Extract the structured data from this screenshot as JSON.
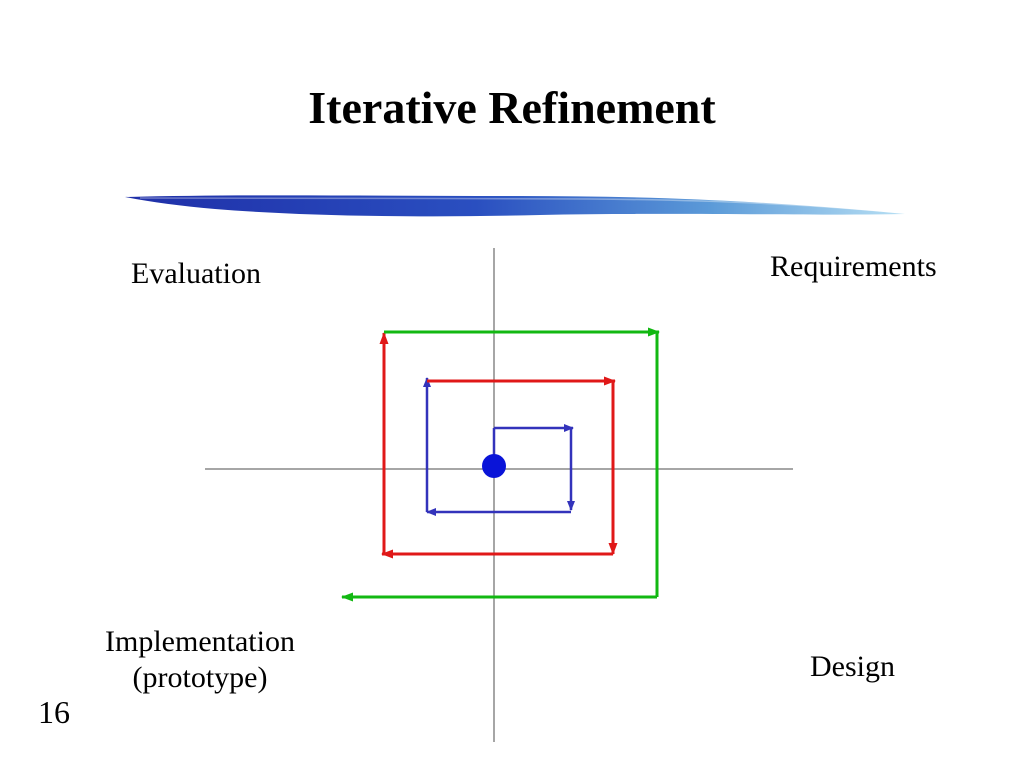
{
  "slide": {
    "title": "Iterative Refinement",
    "number": "16"
  },
  "quadrants": {
    "top_left": "Evaluation",
    "top_right": "Requirements",
    "bottom_left_line1": "Implementation",
    "bottom_left_line2": "(prototype)",
    "bottom_right": "Design"
  },
  "colors": {
    "inner_loop": "#3333bb",
    "middle_loop": "#e01818",
    "outer_loop": "#12b812",
    "axis": "#888888",
    "origin_dot": "#0a14d8",
    "brush_dark": "#1f2fa8",
    "brush_light": "#9fd0ee"
  }
}
